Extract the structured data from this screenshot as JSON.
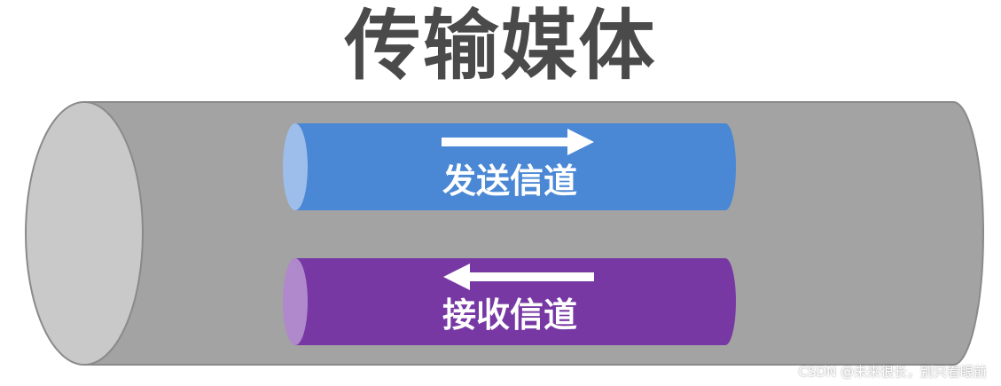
{
  "title": "传输媒体",
  "channels": [
    {
      "label": "发送信道",
      "direction": "right",
      "color": "#4A87D4",
      "end_color": "#9DBEEA"
    },
    {
      "label": "接收信道",
      "direction": "left",
      "color": "#7738A3",
      "end_color": "#B088CC"
    }
  ],
  "medium": {
    "body_color": "#A3A3A3",
    "end_color": "#C9C9C9"
  },
  "watermark": "CSDN @未来很长，别只看眼前"
}
